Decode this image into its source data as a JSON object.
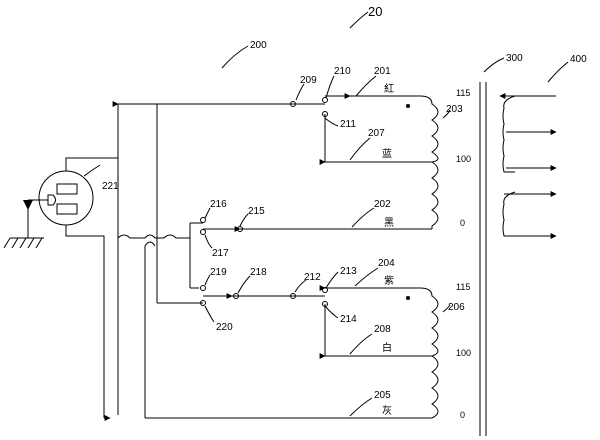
{
  "figure_number": "20",
  "blocks": {
    "b200": "200",
    "b300": "300",
    "b400": "400"
  },
  "parts": {
    "p201": "201",
    "p202": "202",
    "p203": "203",
    "p204": "204",
    "p205": "205",
    "p206": "206",
    "p207": "207",
    "p208": "208",
    "p209": "209",
    "p210": "210",
    "p211": "211",
    "p212": "212",
    "p213": "213",
    "p214": "214",
    "p215": "215",
    "p216": "216",
    "p217": "217",
    "p218": "218",
    "p219": "219",
    "p220": "220",
    "p221": "221"
  },
  "wire_colors": {
    "red": "紅",
    "blue": "蓝",
    "black": "黑",
    "purple": "紫",
    "white": "白",
    "gray": "灰"
  },
  "upper_taps": {
    "t115": "115",
    "t100": "100",
    "t0": "0"
  },
  "lower_taps": {
    "t115": "115",
    "t100": "100",
    "t0": "0"
  }
}
